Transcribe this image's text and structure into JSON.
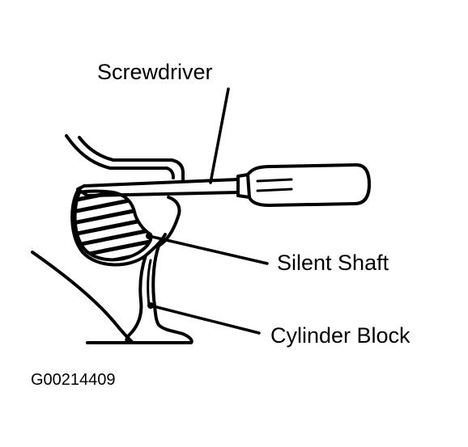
{
  "labels": {
    "screwdriver": "Screwdriver",
    "silent_shaft": "Silent Shaft",
    "cylinder_block": "Cylinder Block"
  },
  "figure_code": "G00214409",
  "colors": {
    "ink": "#000000",
    "background": "#ffffff"
  }
}
